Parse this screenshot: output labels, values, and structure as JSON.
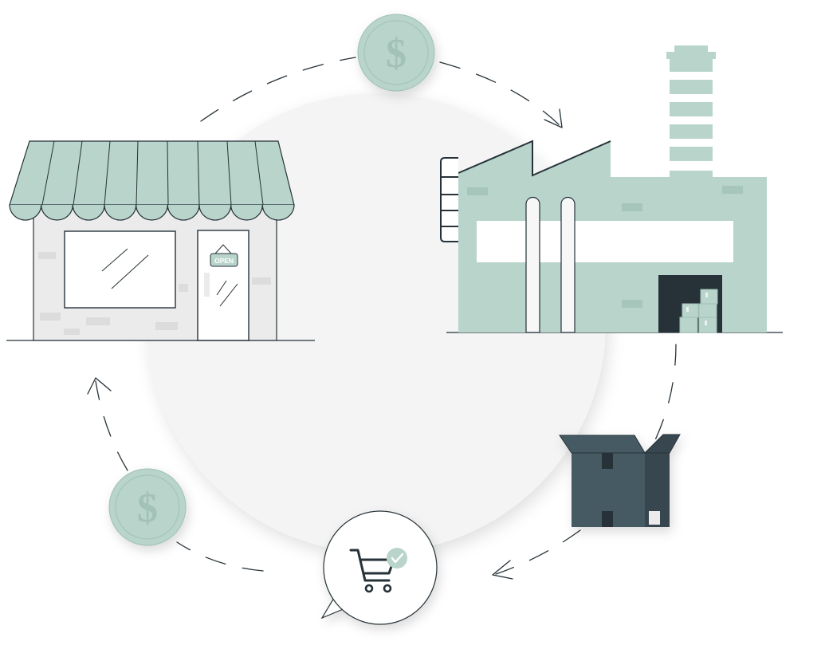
{
  "colors": {
    "mint": "#b8d4cb",
    "mint_dark": "#9fc0b5",
    "slate": "#455a64",
    "slate_dark": "#263238",
    "background_circle": "#f4f4f4",
    "shop_wall": "#ebebeb",
    "outline": "#263238"
  },
  "nodes": [
    {
      "id": "shop",
      "icon": "storefront-icon",
      "sign": "OPEN"
    },
    {
      "id": "payment-top",
      "icon": "dollar-coin-icon"
    },
    {
      "id": "factory",
      "icon": "factory-icon"
    },
    {
      "id": "package",
      "icon": "cardboard-box-icon"
    },
    {
      "id": "order",
      "icon": "shopping-cart-check-icon"
    },
    {
      "id": "payment-bottom",
      "icon": "dollar-coin-icon"
    }
  ],
  "flow": [
    "shop",
    "payment-top",
    "factory",
    "package",
    "order",
    "payment-bottom",
    "shop"
  ]
}
